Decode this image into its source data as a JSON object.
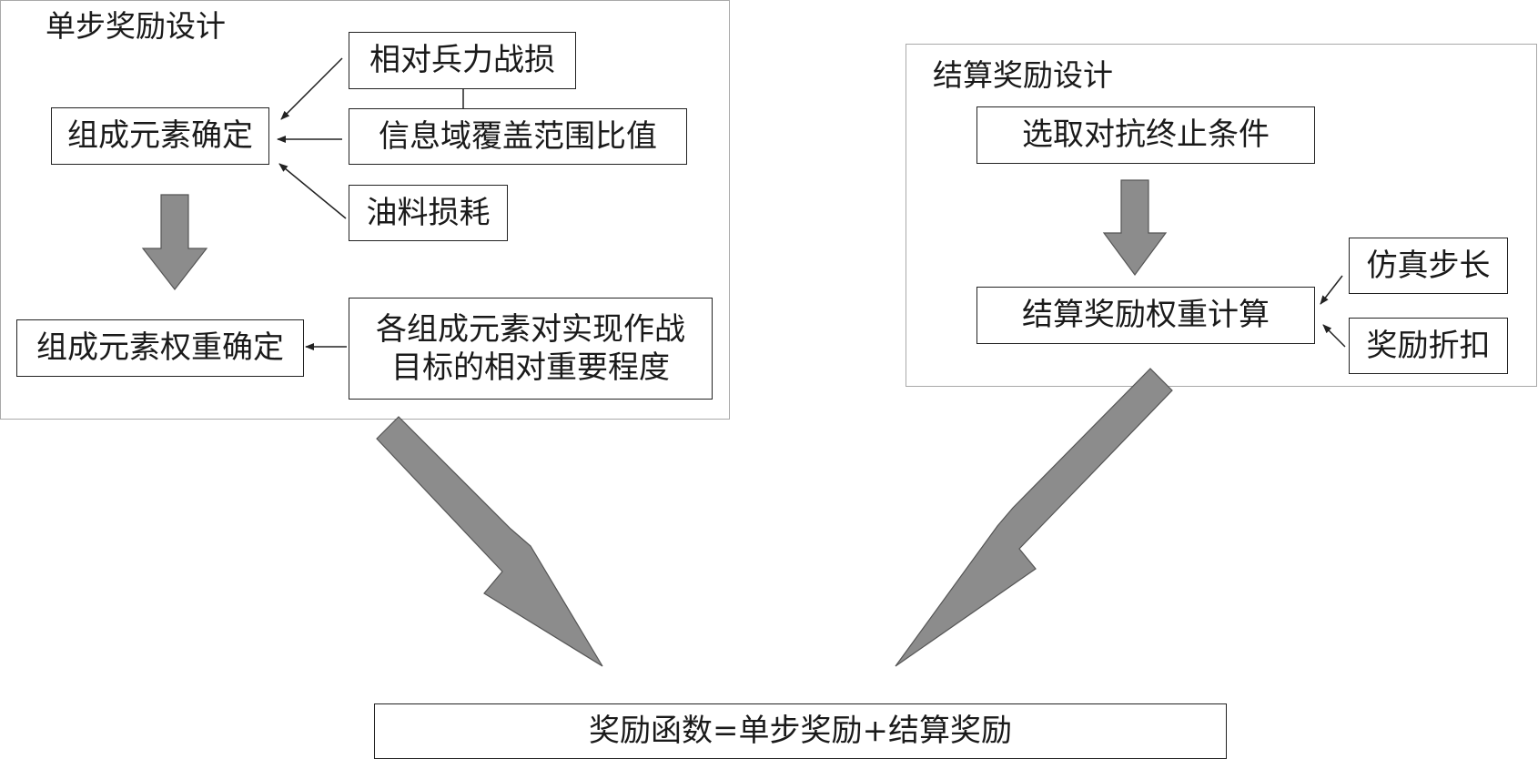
{
  "single_step": {
    "title": "单步奖励设计",
    "components": "组成元素确定",
    "factor_loss": "相对兵力战损",
    "factor_info": "信息域覆盖范围比值",
    "factor_fuel": "油料损耗",
    "weights": "组成元素权重确定",
    "importance_line1": "各组成元素对实现作战",
    "importance_line2": "目标的相对重要程度"
  },
  "settlement": {
    "title": "结算奖励设计",
    "termination": "选取对抗终止条件",
    "weight_calc": "结算奖励权重计算",
    "sim_step": "仿真步长",
    "discount": "奖励折扣"
  },
  "result": {
    "formula": "奖励函数=单步奖励+结算奖励"
  },
  "colors": {
    "block_arrow": "#8c8c8c",
    "panel_border": "#a9a9a9",
    "box_border": "#222222"
  }
}
